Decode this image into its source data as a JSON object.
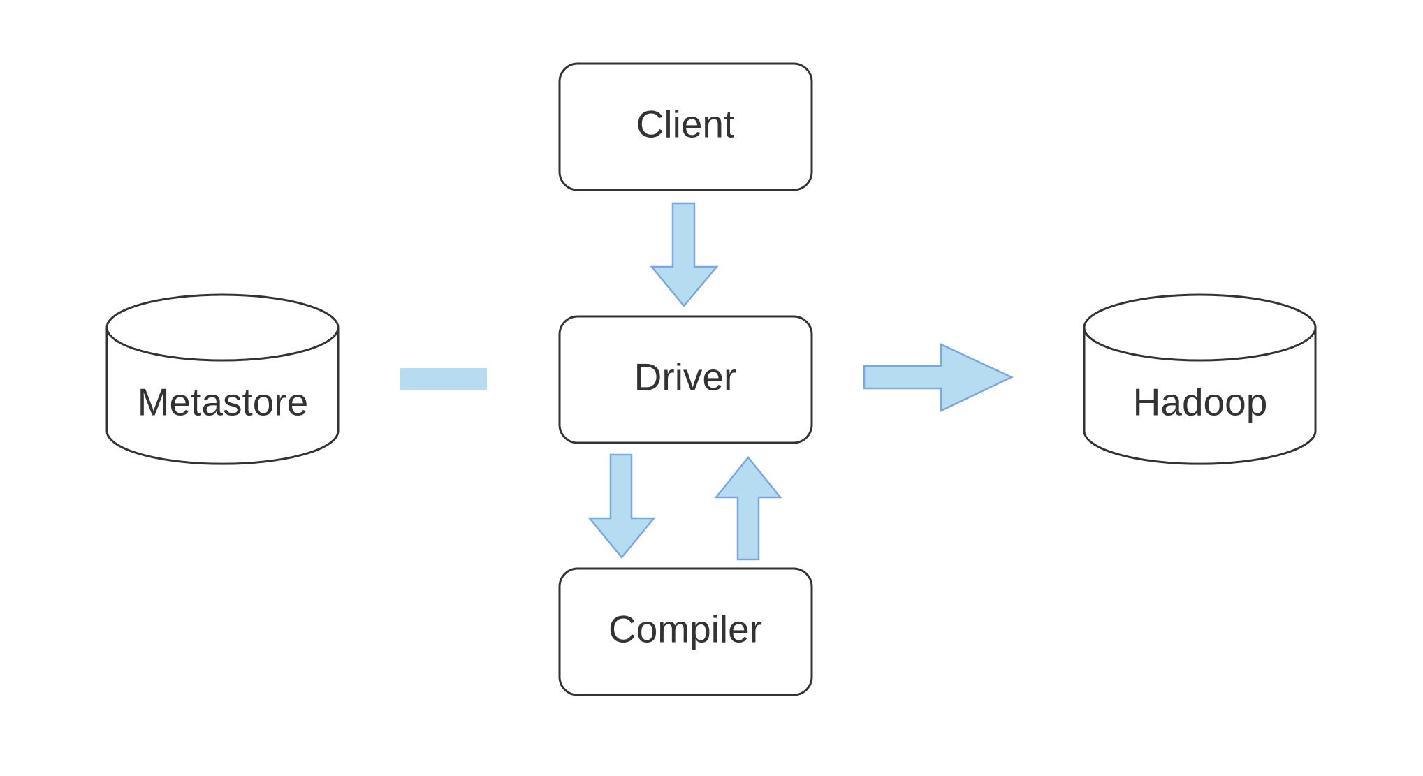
{
  "diagram": {
    "nodes": {
      "client": {
        "label": "Client",
        "shape": "rounded-rectangle"
      },
      "driver": {
        "label": "Driver",
        "shape": "rounded-rectangle"
      },
      "compiler": {
        "label": "Compiler",
        "shape": "rounded-rectangle"
      },
      "metastore": {
        "label": "Metastore",
        "shape": "cylinder"
      },
      "hadoop": {
        "label": "Hadoop",
        "shape": "cylinder"
      }
    },
    "edges": [
      {
        "from": "client",
        "to": "driver",
        "style": "block-arrow"
      },
      {
        "from": "driver",
        "to": "compiler",
        "style": "block-arrow"
      },
      {
        "from": "compiler",
        "to": "driver",
        "style": "block-arrow"
      },
      {
        "from": "driver",
        "to": "hadoop",
        "style": "block-arrow"
      },
      {
        "from": "metastore",
        "to": "driver",
        "style": "line-no-head"
      }
    ],
    "colors": {
      "node_stroke": "#333333",
      "node_fill": "#ffffff",
      "arrow_fill": "#b5dcf0",
      "arrow_stroke": "#7aa7e0",
      "text": "#333333"
    }
  }
}
